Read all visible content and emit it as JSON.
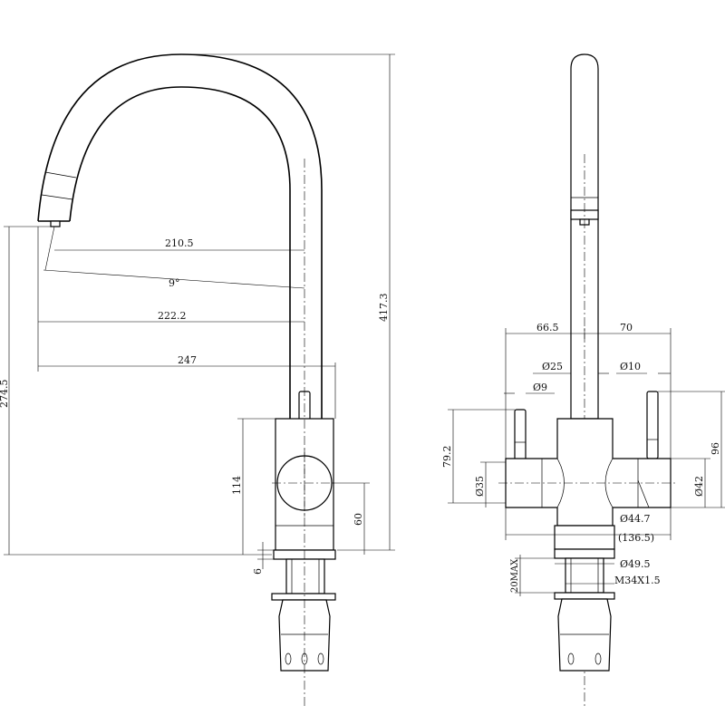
{
  "side_view": {
    "dimensions": {
      "d_210_5": "210.5",
      "d_angle": "9°",
      "d_222_2": "222.2",
      "d_247": "247",
      "d_417_3": "417.3",
      "d_274_5": "274.5",
      "d_114": "114",
      "d_60": "60",
      "d_6": "6"
    }
  },
  "front_view": {
    "dimensions": {
      "d_66_5": "66.5",
      "d_70": "70",
      "d_dia25": "Ø25",
      "d_dia10": "Ø10",
      "d_dia9": "Ø9",
      "d_79_2": "79.2",
      "d_96": "96",
      "d_dia35": "Ø35",
      "d_dia42": "Ø42",
      "d_dia44_7": "Ø44.7",
      "d_136_5": "(136.5)",
      "d_dia49_5": "Ø49.5",
      "d_m34": "M34X1.5",
      "d_20max": "20MAX"
    }
  }
}
